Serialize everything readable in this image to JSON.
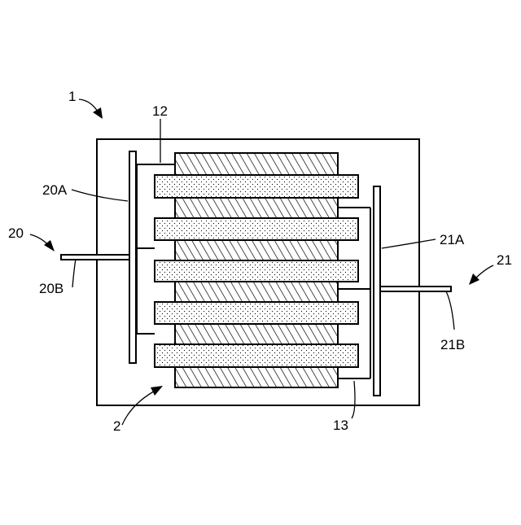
{
  "labels": {
    "device": "1",
    "stack": "2",
    "collector_upper": "12",
    "collector_lower": "13",
    "terminal_left": "20",
    "terminal_left_plate": "20A",
    "terminal_left_tab": "20B",
    "terminal_right": "21",
    "terminal_right_plate": "21A",
    "terminal_right_tab": "21B"
  }
}
